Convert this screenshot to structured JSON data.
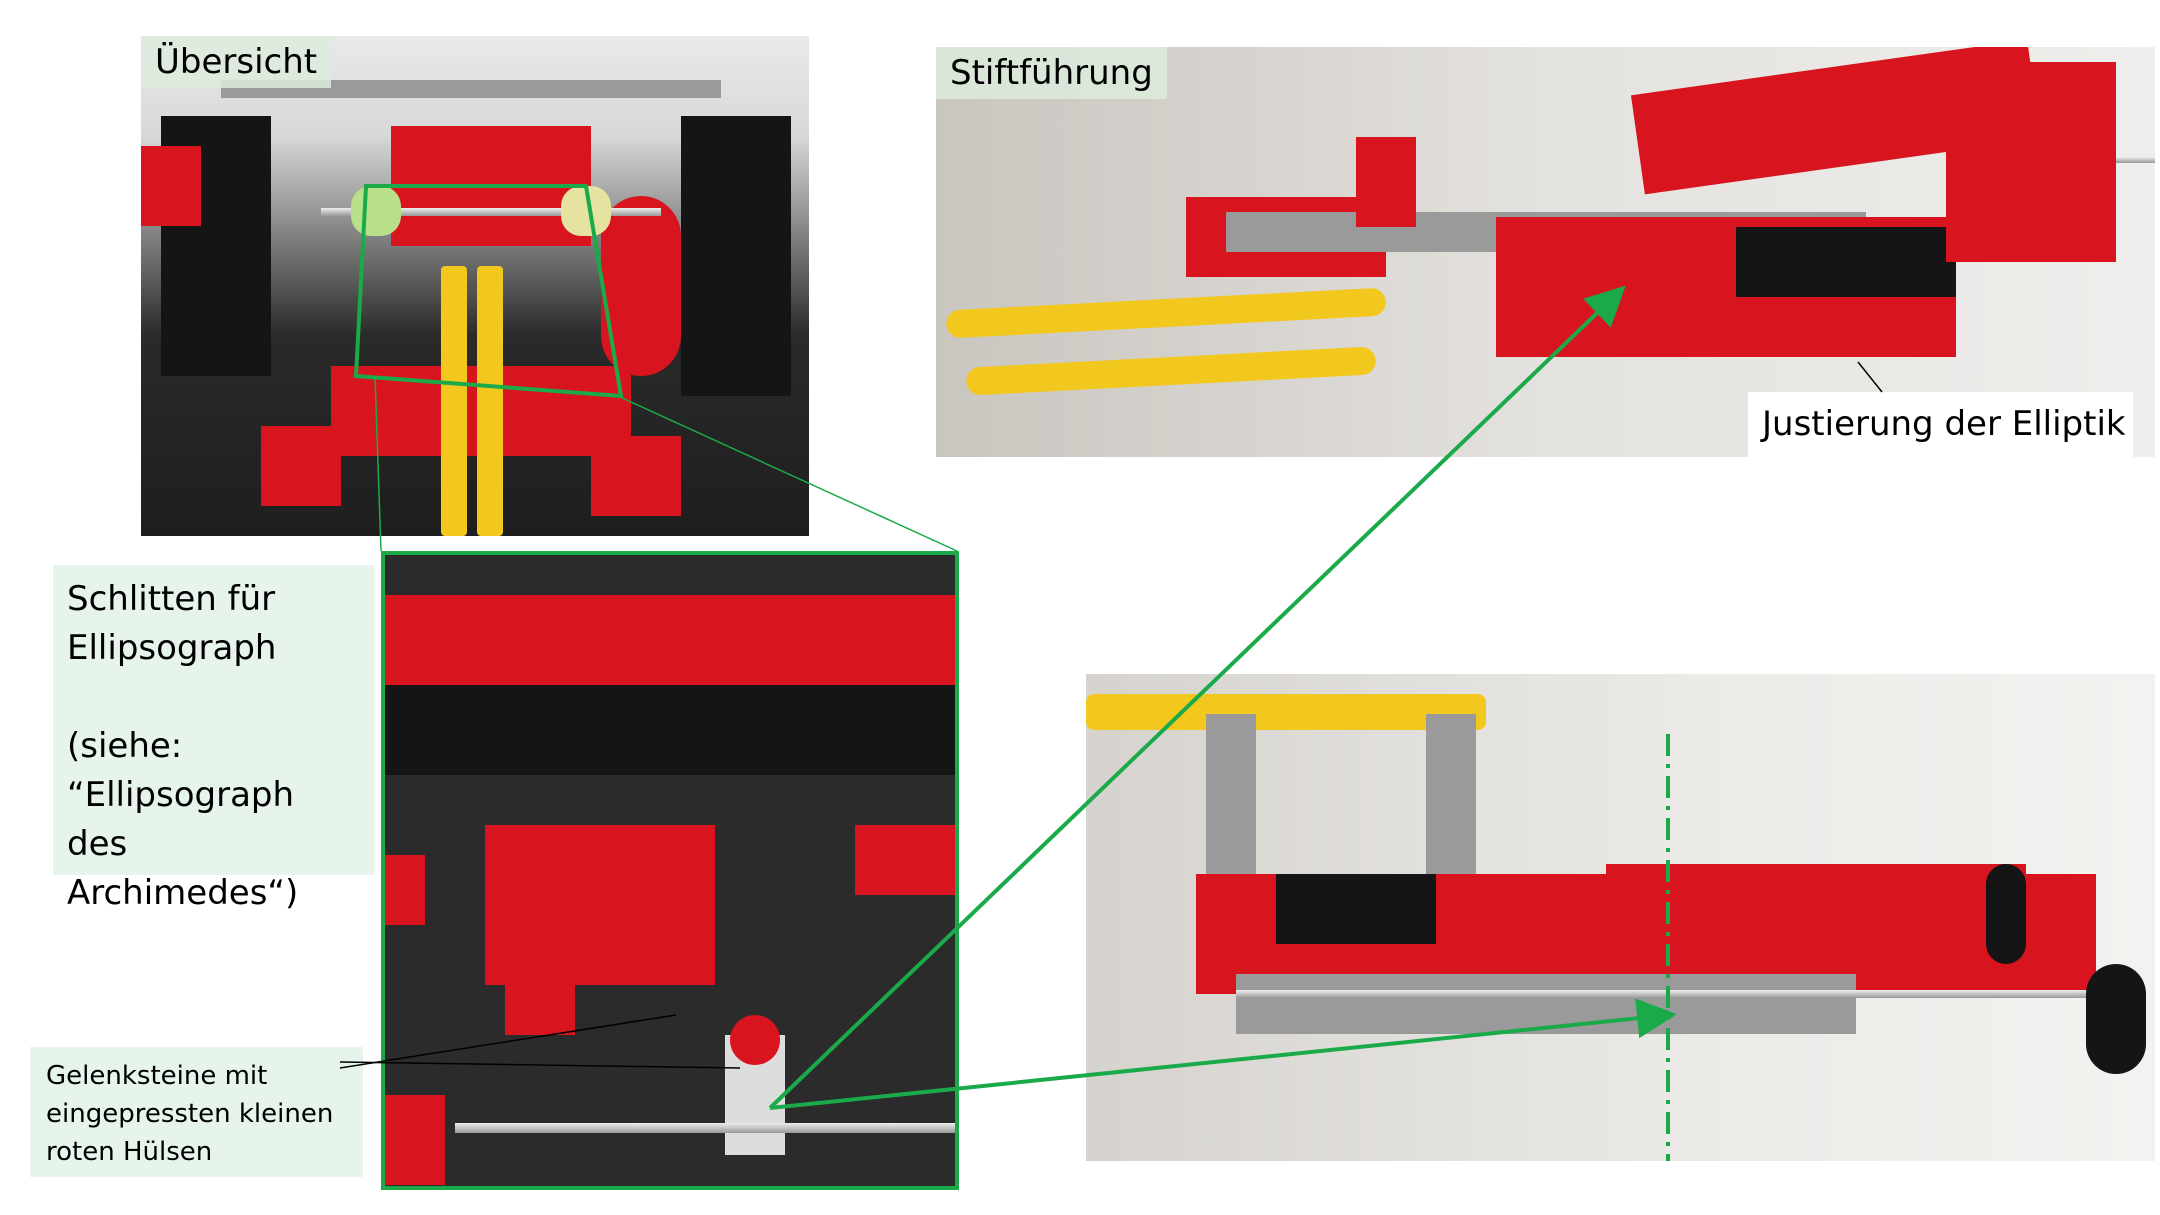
{
  "photos": {
    "overview": {
      "title": "Übersicht"
    },
    "pen_guide": {
      "title": "Stiftführung",
      "annotation": "Justierung der Elliptik"
    }
  },
  "captions": {
    "carriage": {
      "line1": "Schlitten für",
      "line2": "Ellipsograph",
      "line3": "(siehe:",
      "line4": "“Ellipsograph des",
      "line5": "Archimedes“)"
    },
    "joint_blocks": {
      "line1": "Gelenksteine mit",
      "line2": "eingepressten kleinen",
      "line3": "roten Hülsen"
    }
  },
  "colors": {
    "accent_green": "#1aaa4a",
    "caption_bg": "#e6f4ec"
  }
}
